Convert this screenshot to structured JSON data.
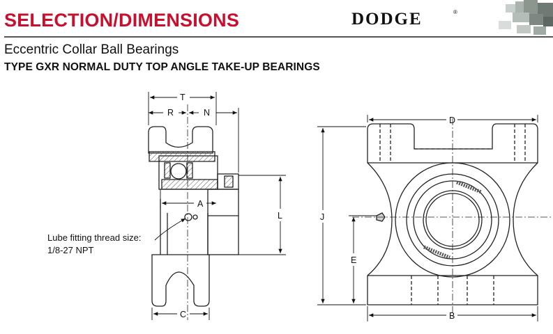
{
  "header": {
    "title": "SELECTION/DIMENSIONS",
    "brand": "DODGE",
    "registered_mark": "®"
  },
  "subtitle": "Eccentric Collar Ball Bearings",
  "type_line": "TYPE GXR NORMAL DUTY TOP ANGLE TAKE-UP BEARINGS",
  "lube_note": {
    "line1": "Lube fitting thread size:",
    "line2": "1/8-27 NPT"
  },
  "dimensions": {
    "T": "T",
    "R": "R",
    "N": "N",
    "A": "A",
    "L": "L",
    "C": "C",
    "D": "D",
    "J": "J",
    "E": "E",
    "B": "B"
  },
  "colors": {
    "title_red": "#c8102e",
    "line": "#222222",
    "hatch": "#555555",
    "thumb": "#9aa7a0"
  },
  "icons": [
    "dodge-logo",
    "product-thumbnail"
  ]
}
